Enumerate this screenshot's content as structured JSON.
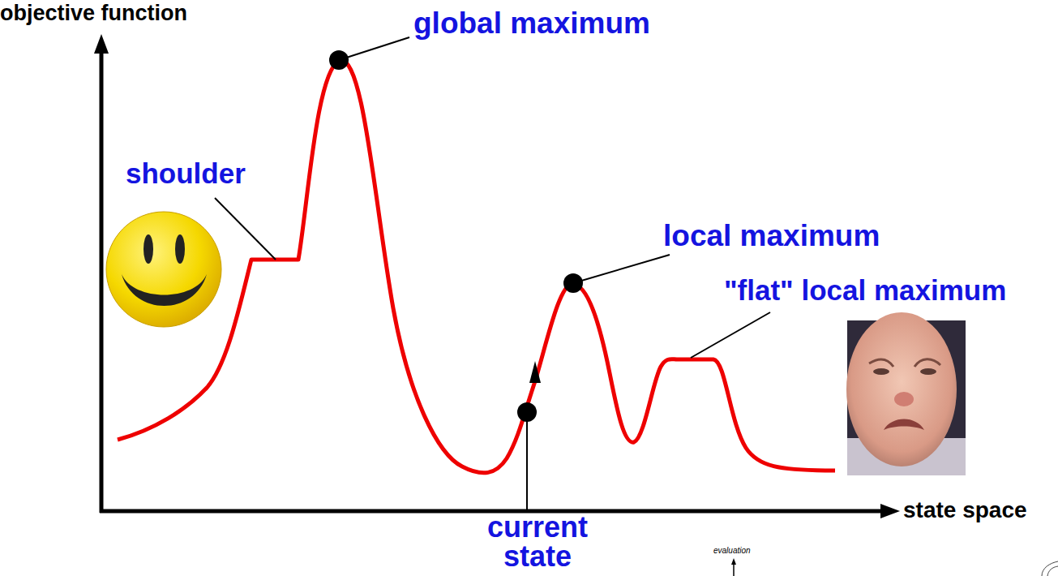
{
  "diagram": {
    "labels": [
      "objective function",
      "global maximum",
      "shoulder",
      "local maximum",
      "\"flat\" local maximum",
      "current state",
      "state space",
      "evaluation"
    ]
  }
}
